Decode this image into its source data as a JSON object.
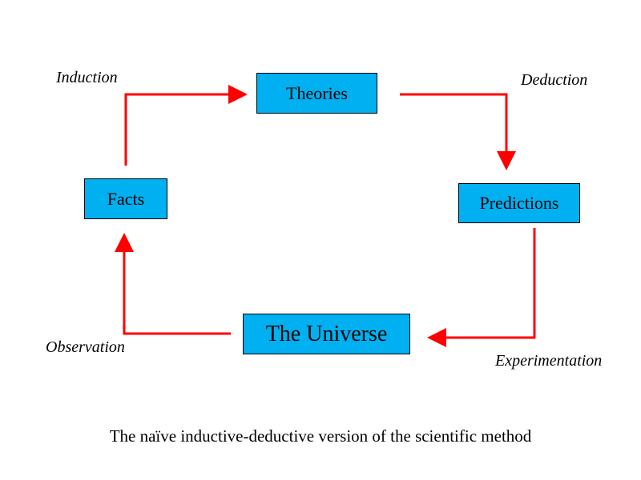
{
  "nodes": {
    "theories": "Theories",
    "predictions": "Predictions",
    "universe": "The Universe",
    "facts": "Facts"
  },
  "edges": {
    "deduction": "Deduction",
    "experimentation": "Experimentation",
    "observation": "Observation",
    "induction": "Induction"
  },
  "caption": "The naïve inductive-deductive version of the scientific method",
  "colors": {
    "box_fill": "#00b0f0",
    "box_border": "#000000",
    "arrow": "#ff0000",
    "background": "#ffffff"
  }
}
